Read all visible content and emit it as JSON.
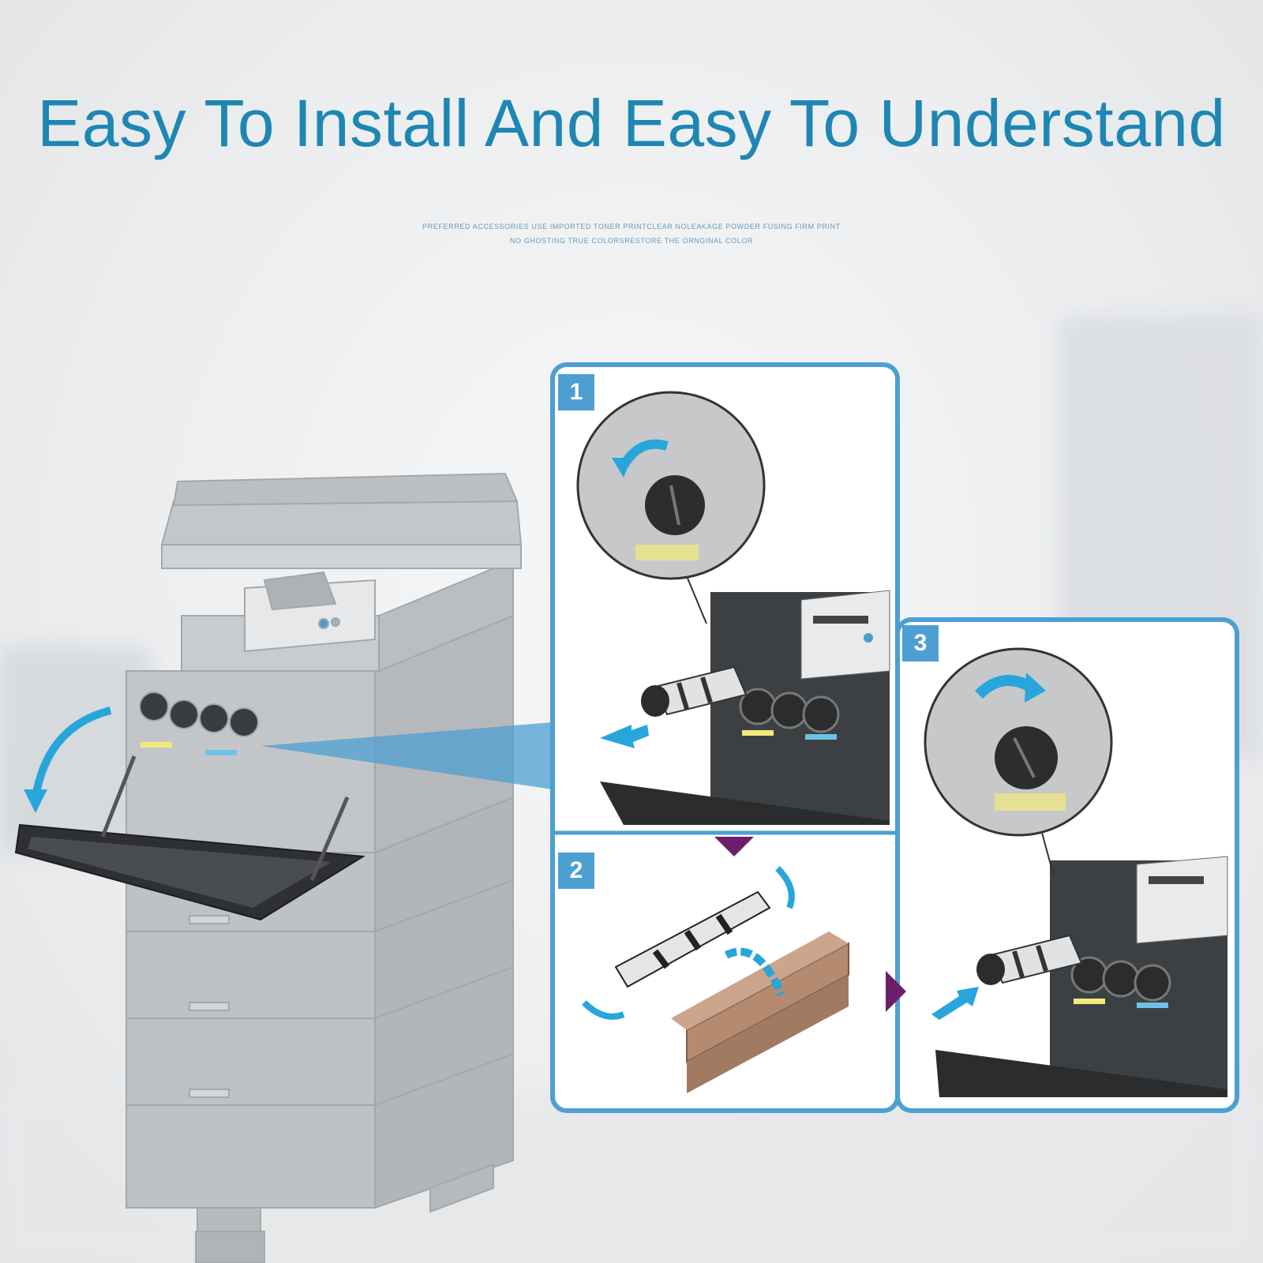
{
  "headline": "Easy To Install And Easy To Understand",
  "subline": {
    "line1": "PREFERRED ACCESSORIES USE IMPORTED TONER PRINTCLEAR NOLEAKAGE POWDER FUSING FIRM PRINT",
    "line2": "NO GHOSTING TRUE COLORSRESTORE THE ORNGINAL COLOR"
  },
  "steps": [
    {
      "label": "1"
    },
    {
      "label": "2"
    },
    {
      "label": "3"
    }
  ],
  "colors": {
    "accent": "#1e86b3",
    "panel_border": "#4d9fd1",
    "arrow": "#27a6dc",
    "step_marker": "#6b1f6b"
  }
}
